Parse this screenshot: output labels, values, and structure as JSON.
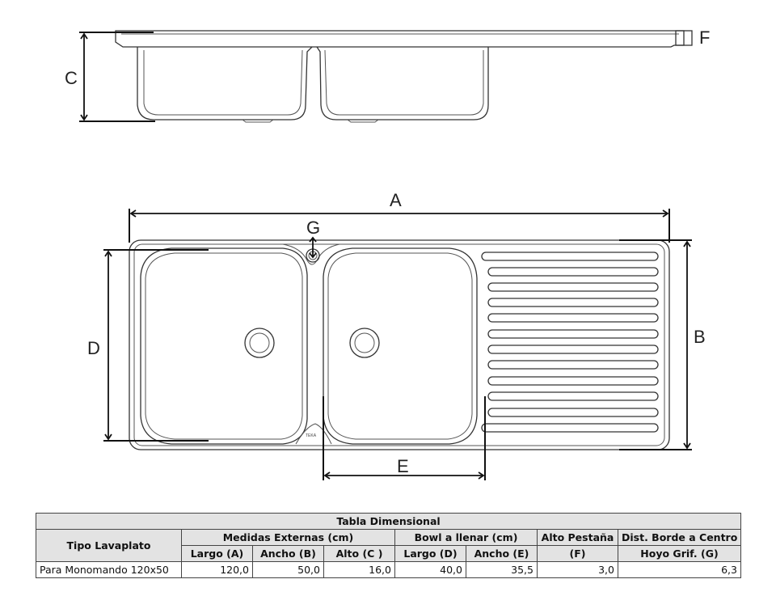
{
  "dimension_letters": {
    "a": "A",
    "b": "B",
    "c": "C",
    "d": "D",
    "e": "E",
    "f": "F",
    "g": "G"
  },
  "stamp_text": "TEKA",
  "table": {
    "title": "Tabla Dimensional",
    "col_tipo": "Tipo Lavaplato",
    "group_externas": "Medidas Externas (cm)",
    "group_bowl": "Bowl a llenar (cm)",
    "group_alto_pestana_1": "Alto Pestaña",
    "group_alto_pestana_2": "(F)",
    "group_dist_1": "Dist. Borde a Centro",
    "group_dist_2": "Hoyo Grif. (G)",
    "sub_largo_a": "Largo (A)",
    "sub_ancho_b": "Ancho (B)",
    "sub_alto_c": "Alto (C )",
    "sub_largo_d": "Largo (D)",
    "sub_ancho_e": "Ancho (E)",
    "row": {
      "tipo": "Para Monomando 120x50",
      "largo_a": "120,0",
      "ancho_b": "50,0",
      "alto_c": "16,0",
      "largo_d": "40,0",
      "ancho_e": "35,5",
      "alto_f": "3,0",
      "dist_g": "6,3"
    }
  }
}
